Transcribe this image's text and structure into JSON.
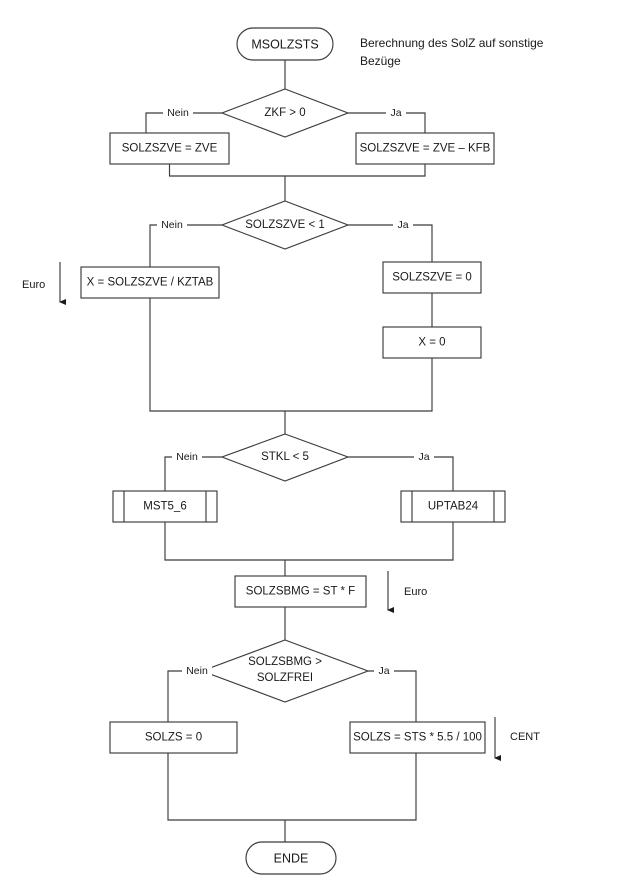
{
  "diagram": {
    "title_caption_line1": "Berechnung des SolZ auf sonstige",
    "title_caption_line2": "Bezüge",
    "start_label": "MSOLZSTS",
    "end_label": "ENDE",
    "branch_yes": "Ja",
    "branch_no": "Nein",
    "units": {
      "euro_1": "Euro",
      "euro_2": "Euro",
      "cent": "CENT"
    },
    "decisions": [
      {
        "id": "zkf",
        "text": "ZKF > 0"
      },
      {
        "id": "solzszve",
        "text": "SOLZSZVE < 1"
      },
      {
        "id": "stkl",
        "text": "STKL < 5"
      },
      {
        "id": "solzsbmg",
        "line1": "SOLZSBMG >",
        "line2": "SOLZFREI"
      }
    ],
    "processes": [
      {
        "id": "solzszve-zve",
        "text": "SOLZSZVE = ZVE"
      },
      {
        "id": "solzszve-zve-kfb",
        "text": "SOLZSZVE = ZVE – KFB"
      },
      {
        "id": "x-solzszve-kztab",
        "text": "X = SOLZSZVE / KZTAB"
      },
      {
        "id": "solzszve-zero",
        "text": "SOLZSZVE = 0"
      },
      {
        "id": "x-zero",
        "text": "X = 0"
      },
      {
        "id": "solzsbmg-st-f",
        "text": "SOLZSBMG = ST * F"
      },
      {
        "id": "solzs-zero",
        "text": "SOLZS = 0"
      },
      {
        "id": "solzs-sts",
        "text": "SOLZS = STS * 5.5 / 100"
      }
    ],
    "subroutines": [
      {
        "id": "mst5-6",
        "text": "MST5_6"
      },
      {
        "id": "uptab24",
        "text": "UPTAB24"
      }
    ]
  },
  "chart_data": {
    "type": "diagram",
    "title": "Berechnung des SolZ auf sonstige Bezüge",
    "nodes": [
      {
        "id": "start",
        "type": "terminator",
        "label": "MSOLZSTS"
      },
      {
        "id": "d1",
        "type": "decision",
        "label": "ZKF > 0"
      },
      {
        "id": "p1",
        "type": "process",
        "label": "SOLZSZVE = ZVE"
      },
      {
        "id": "p2",
        "type": "process",
        "label": "SOLZSZVE = ZVE – KFB"
      },
      {
        "id": "d2",
        "type": "decision",
        "label": "SOLZSZVE < 1"
      },
      {
        "id": "p3",
        "type": "process",
        "label": "X = SOLZSZVE / KZTAB"
      },
      {
        "id": "p4",
        "type": "process",
        "label": "SOLZSZVE = 0"
      },
      {
        "id": "p5",
        "type": "process",
        "label": "X = 0"
      },
      {
        "id": "d3",
        "type": "decision",
        "label": "STKL < 5"
      },
      {
        "id": "s1",
        "type": "subroutine",
        "label": "MST5_6"
      },
      {
        "id": "s2",
        "type": "subroutine",
        "label": "UPTAB24"
      },
      {
        "id": "p6",
        "type": "process",
        "label": "SOLZSBMG = ST * F"
      },
      {
        "id": "d4",
        "type": "decision",
        "label": "SOLZSBMG > SOLZFREI"
      },
      {
        "id": "p7",
        "type": "process",
        "label": "SOLZS = 0"
      },
      {
        "id": "p8",
        "type": "process",
        "label": "SOLZS = STS * 5.5 / 100"
      },
      {
        "id": "end",
        "type": "terminator",
        "label": "ENDE"
      }
    ],
    "edges": [
      {
        "from": "start",
        "to": "d1",
        "label": ""
      },
      {
        "from": "d1",
        "to": "p1",
        "label": "Nein"
      },
      {
        "from": "d1",
        "to": "p2",
        "label": "Ja"
      },
      {
        "from": "p1",
        "to": "d2",
        "label": ""
      },
      {
        "from": "p2",
        "to": "d2",
        "label": ""
      },
      {
        "from": "d2",
        "to": "p3",
        "label": "Nein"
      },
      {
        "from": "d2",
        "to": "p4",
        "label": "Ja"
      },
      {
        "from": "p4",
        "to": "p5",
        "label": ""
      },
      {
        "from": "p3",
        "to": "d3",
        "label": ""
      },
      {
        "from": "p5",
        "to": "d3",
        "label": ""
      },
      {
        "from": "d3",
        "to": "s1",
        "label": "Nein"
      },
      {
        "from": "d3",
        "to": "s2",
        "label": "Ja"
      },
      {
        "from": "s1",
        "to": "p6",
        "label": ""
      },
      {
        "from": "s2",
        "to": "p6",
        "label": ""
      },
      {
        "from": "p6",
        "to": "d4",
        "label": ""
      },
      {
        "from": "d4",
        "to": "p7",
        "label": "Nein"
      },
      {
        "from": "d4",
        "to": "p8",
        "label": "Ja"
      },
      {
        "from": "p7",
        "to": "end",
        "label": ""
      },
      {
        "from": "p8",
        "to": "end",
        "label": ""
      }
    ],
    "annotations": [
      {
        "label": "Euro",
        "near": "p3"
      },
      {
        "label": "Euro",
        "near": "p6"
      },
      {
        "label": "CENT",
        "near": "p8"
      }
    ]
  }
}
